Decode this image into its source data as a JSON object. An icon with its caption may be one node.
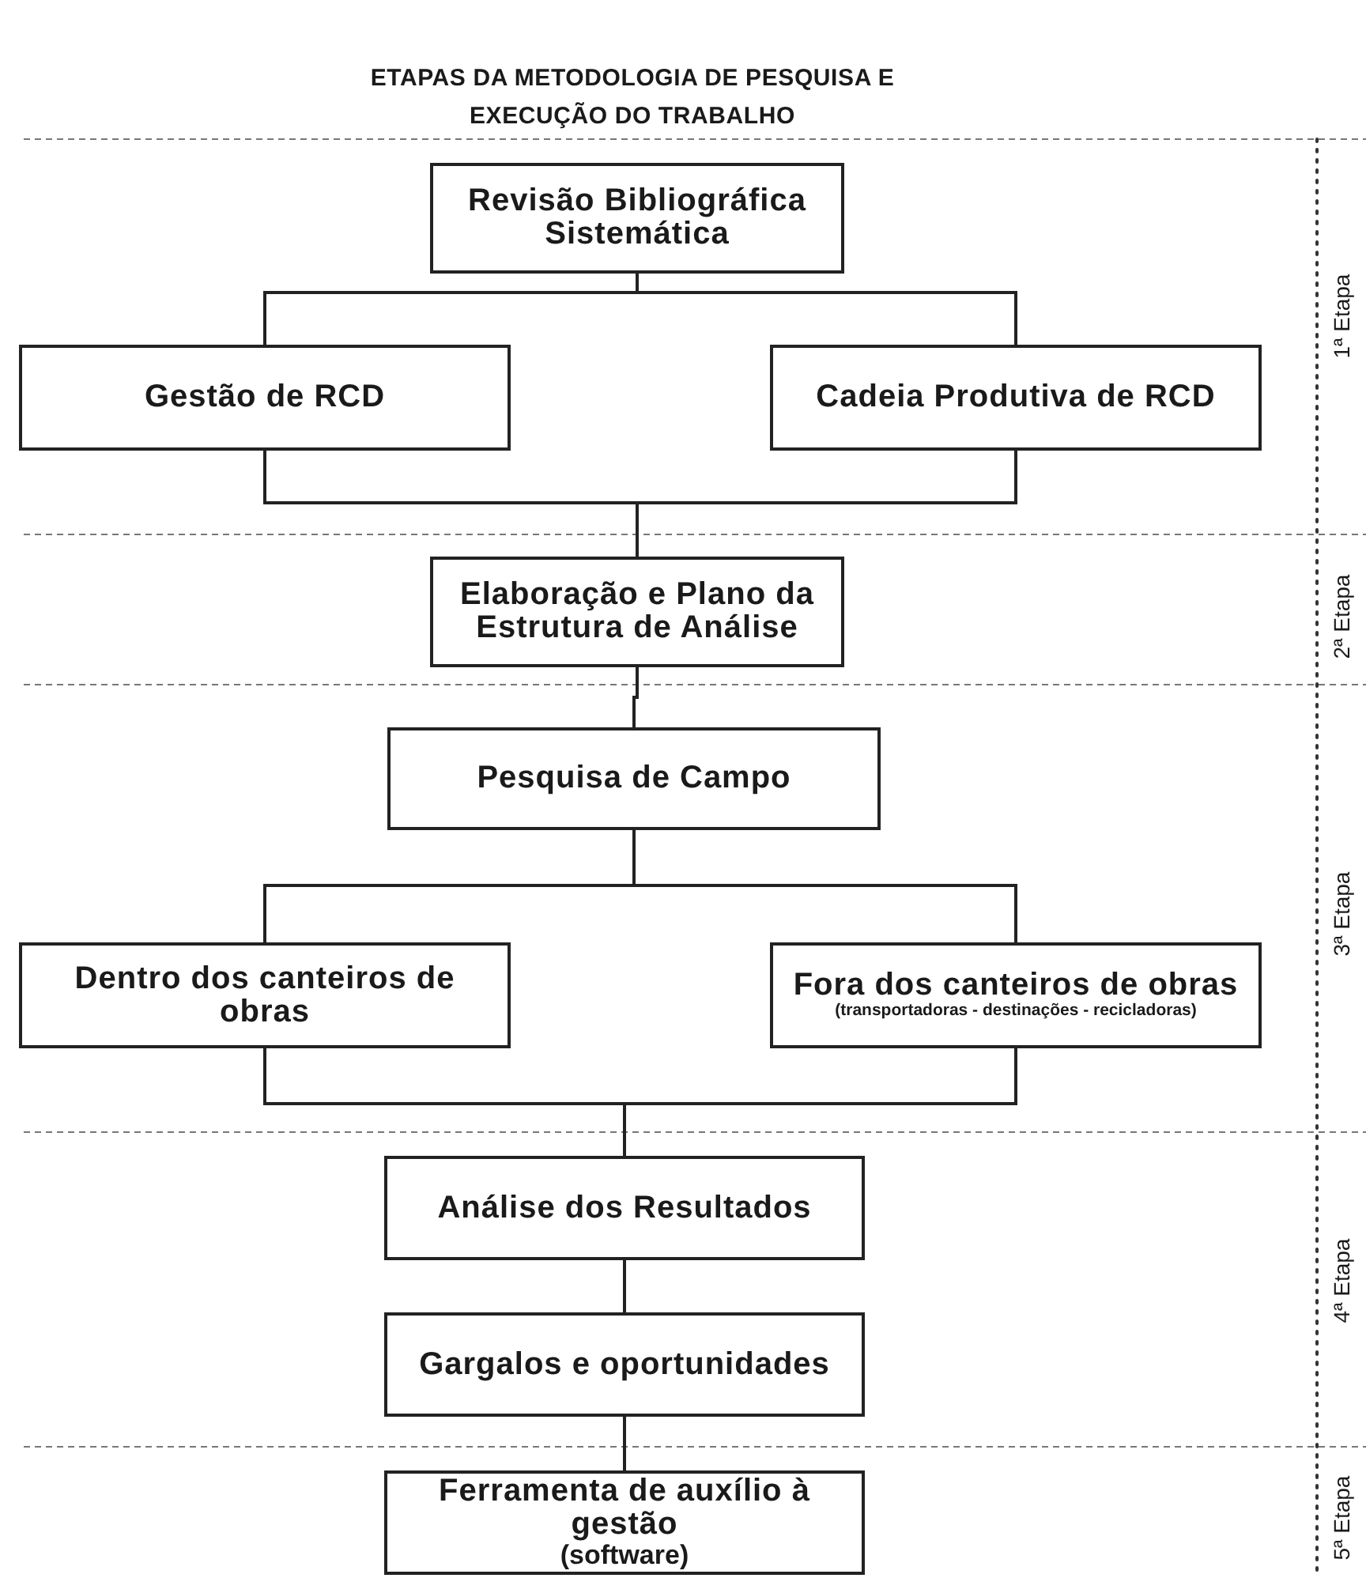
{
  "diagram": {
    "title": "ETAPAS DA METODOLOGIA DE PESQUISA E EXECUÇÃO DO TRABALHO",
    "nodes": [
      {
        "text": [
          "Revisão Bibliográfica Sistemática"
        ]
      },
      {
        "text": [
          "Gestão de RCD"
        ]
      },
      {
        "text": [
          "Cadeia Produtiva de RCD"
        ]
      },
      {
        "text": [
          "Elaboração e Plano da Estrutura de Análise"
        ]
      },
      {
        "text": [
          "Pesquisa de Campo"
        ]
      },
      {
        "text": [
          "Dentro dos canteiros de obras"
        ]
      },
      {
        "text": [
          "Fora dos canteiros de obras",
          "(transportadoras - destinações - recicladoras)"
        ]
      },
      {
        "text": [
          "Análise dos Resultados"
        ]
      },
      {
        "text": [
          "Gargalos e oportunidades"
        ]
      },
      {
        "text": [
          "Ferramenta de auxílio à gestão",
          "(software)"
        ]
      }
    ],
    "edges": [
      {
        "from": 0,
        "to": 1,
        "arrow": "none"
      },
      {
        "from": 0,
        "to": 2,
        "arrow": "none"
      },
      {
        "from": 1,
        "to": 3,
        "arrow": "none"
      },
      {
        "from": 2,
        "to": 3,
        "arrow": "none"
      },
      {
        "from": 3,
        "to": 4,
        "arrow": "none"
      },
      {
        "from": 4,
        "to": 5,
        "arrow": "none"
      },
      {
        "from": 4,
        "to": 6,
        "arrow": "none"
      },
      {
        "from": 5,
        "to": 7,
        "arrow": "none"
      },
      {
        "from": 6,
        "to": 7,
        "arrow": "none"
      },
      {
        "from": 7,
        "to": 8,
        "arrow": "none"
      },
      {
        "from": 8,
        "to": 9,
        "arrow": "none"
      }
    ],
    "labels": [
      "1ª Etapa",
      "2ª Etapa",
      "3ª Etapa",
      "4ª Etapa",
      "5ª Etapa"
    ]
  }
}
